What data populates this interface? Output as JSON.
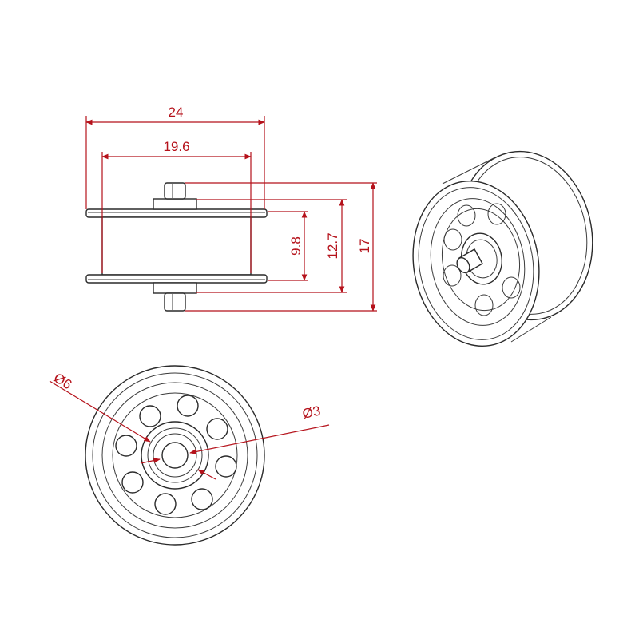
{
  "drawing": {
    "colors": {
      "dimension": "#b5121b",
      "outline": "#2a2a2a",
      "background": "#ffffff"
    },
    "dimensions": {
      "overall_width": "24",
      "wheel_width": "19.6",
      "bore_height": "9.8",
      "inner_height": "12.7",
      "overall_height": "17",
      "outer_diameter": "Ø6",
      "inner_diameter": "Ø3"
    }
  }
}
